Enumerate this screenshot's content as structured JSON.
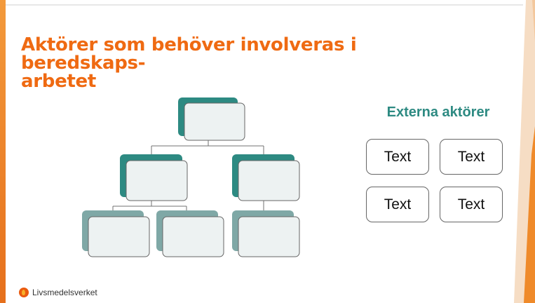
{
  "slide": {
    "title_lines": [
      "Aktörer som behöver involveras i beredskaps-",
      "arbetet"
    ],
    "external_heading": "Externa aktörer",
    "external_boxes": [
      "Text",
      "Text",
      "Text",
      "Text"
    ],
    "logo_text": "Livsmedelsverket"
  },
  "colors": {
    "title": "#ef6a12",
    "teal_dark": "#2d8a82",
    "teal_light": "#7fa8a6",
    "card_fill": "#edf2f2",
    "accent_orange": "#f39a3c"
  },
  "icons": {
    "logo": "livsmedelsverket-logo-icon"
  }
}
